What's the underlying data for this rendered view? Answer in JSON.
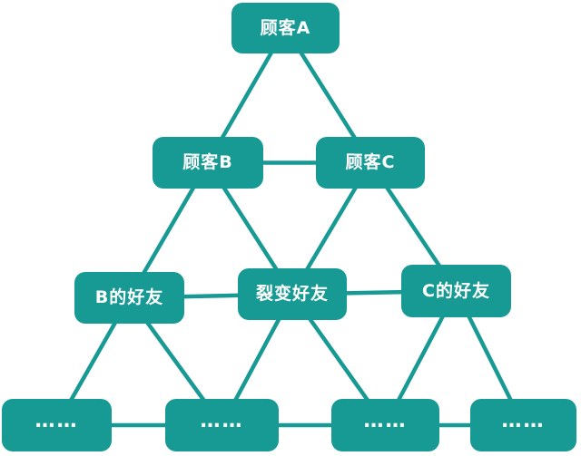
{
  "diagram": {
    "colors": {
      "node_fill": "#189a94",
      "line": "#189a94",
      "text": "#ffffff",
      "background": "#ffffff"
    },
    "nodes": [
      {
        "id": "customer-a",
        "label": "顾客A"
      },
      {
        "id": "customer-b",
        "label": "顾客B"
      },
      {
        "id": "customer-c",
        "label": "顾客C"
      },
      {
        "id": "b-friends",
        "label": "B的好友"
      },
      {
        "id": "fission-friends",
        "label": "裂变好友"
      },
      {
        "id": "c-friends",
        "label": "C的好友"
      },
      {
        "id": "more-1",
        "label": "……"
      },
      {
        "id": "more-2",
        "label": "……"
      },
      {
        "id": "more-3",
        "label": "……"
      },
      {
        "id": "more-4",
        "label": "……"
      }
    ],
    "edges": [
      [
        "customer-a",
        "customer-b"
      ],
      [
        "customer-a",
        "customer-c"
      ],
      [
        "customer-b",
        "customer-c"
      ],
      [
        "customer-b",
        "b-friends"
      ],
      [
        "customer-b",
        "fission-friends"
      ],
      [
        "customer-c",
        "fission-friends"
      ],
      [
        "customer-c",
        "c-friends"
      ],
      [
        "b-friends",
        "fission-friends"
      ],
      [
        "fission-friends",
        "c-friends"
      ],
      [
        "b-friends",
        "more-1"
      ],
      [
        "b-friends",
        "more-2"
      ],
      [
        "fission-friends",
        "more-2"
      ],
      [
        "fission-friends",
        "more-3"
      ],
      [
        "c-friends",
        "more-3"
      ],
      [
        "c-friends",
        "more-4"
      ],
      [
        "more-1",
        "more-2"
      ],
      [
        "more-2",
        "more-3"
      ],
      [
        "more-3",
        "more-4"
      ]
    ]
  }
}
